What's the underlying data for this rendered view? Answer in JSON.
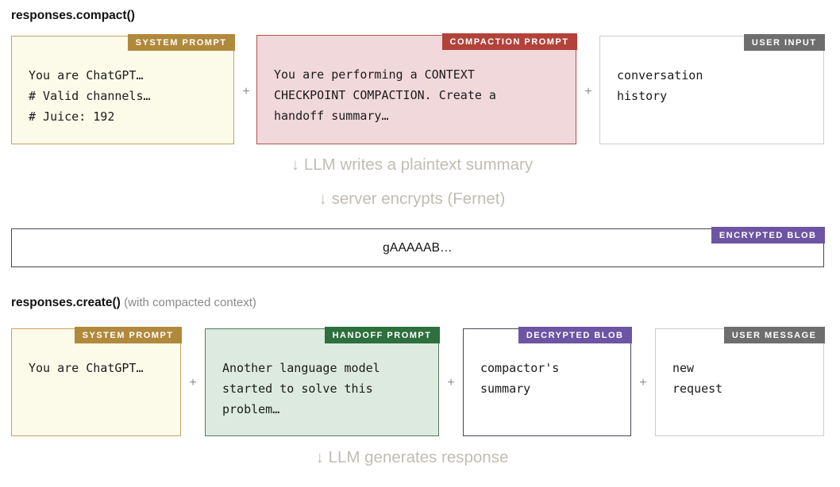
{
  "colors": {
    "gold_label": "#B1893C",
    "gold_border": "#C6A35F",
    "cream_bg": "#FCFAE9",
    "red_label": "#B2423A",
    "pink_bg": "#F1D8DB",
    "pink_border": "#B0534C",
    "gray_label": "#6E6E6E",
    "light_border": "#CCCCCC",
    "purple_label": "#6C55A3",
    "dark_border": "#45455C",
    "green_label": "#2E6F3E",
    "green_bg": "#DDEADF",
    "green_border": "#567A5E",
    "arrow_text": "#C1BDB4"
  },
  "plus": "+",
  "section1": {
    "title": "responses.compact()",
    "boxes": [
      {
        "label": "SYSTEM PROMPT",
        "lines": [
          "You are ChatGPT…",
          "# Valid channels…",
          "# Juice: 192"
        ]
      },
      {
        "label": "COMPACTION PROMPT",
        "lines": [
          "You are performing a CONTEXT",
          "CHECKPOINT COMPACTION. Create a",
          "handoff summary…"
        ]
      },
      {
        "label": "USER INPUT",
        "lines": [
          "conversation",
          "history"
        ]
      }
    ],
    "arrow1": "↓ LLM writes a plaintext summary",
    "arrow2": "↓ server encrypts (Fernet)"
  },
  "encrypted": {
    "label": "ENCRYPTED BLOB",
    "content": "gAAAAAB…"
  },
  "section2": {
    "title": "responses.create()",
    "subtitle": "(with compacted context)",
    "boxes": [
      {
        "label": "SYSTEM PROMPT",
        "lines": [
          "You are ChatGPT…"
        ]
      },
      {
        "label": "HANDOFF PROMPT",
        "lines": [
          "Another language model",
          "started to solve this",
          "problem…"
        ]
      },
      {
        "label": "DECRYPTED BLOB",
        "lines": [
          "compactor's",
          "summary"
        ]
      },
      {
        "label": "USER MESSAGE",
        "lines": [
          "new",
          "request"
        ]
      }
    ],
    "arrow": "↓ LLM generates response"
  }
}
